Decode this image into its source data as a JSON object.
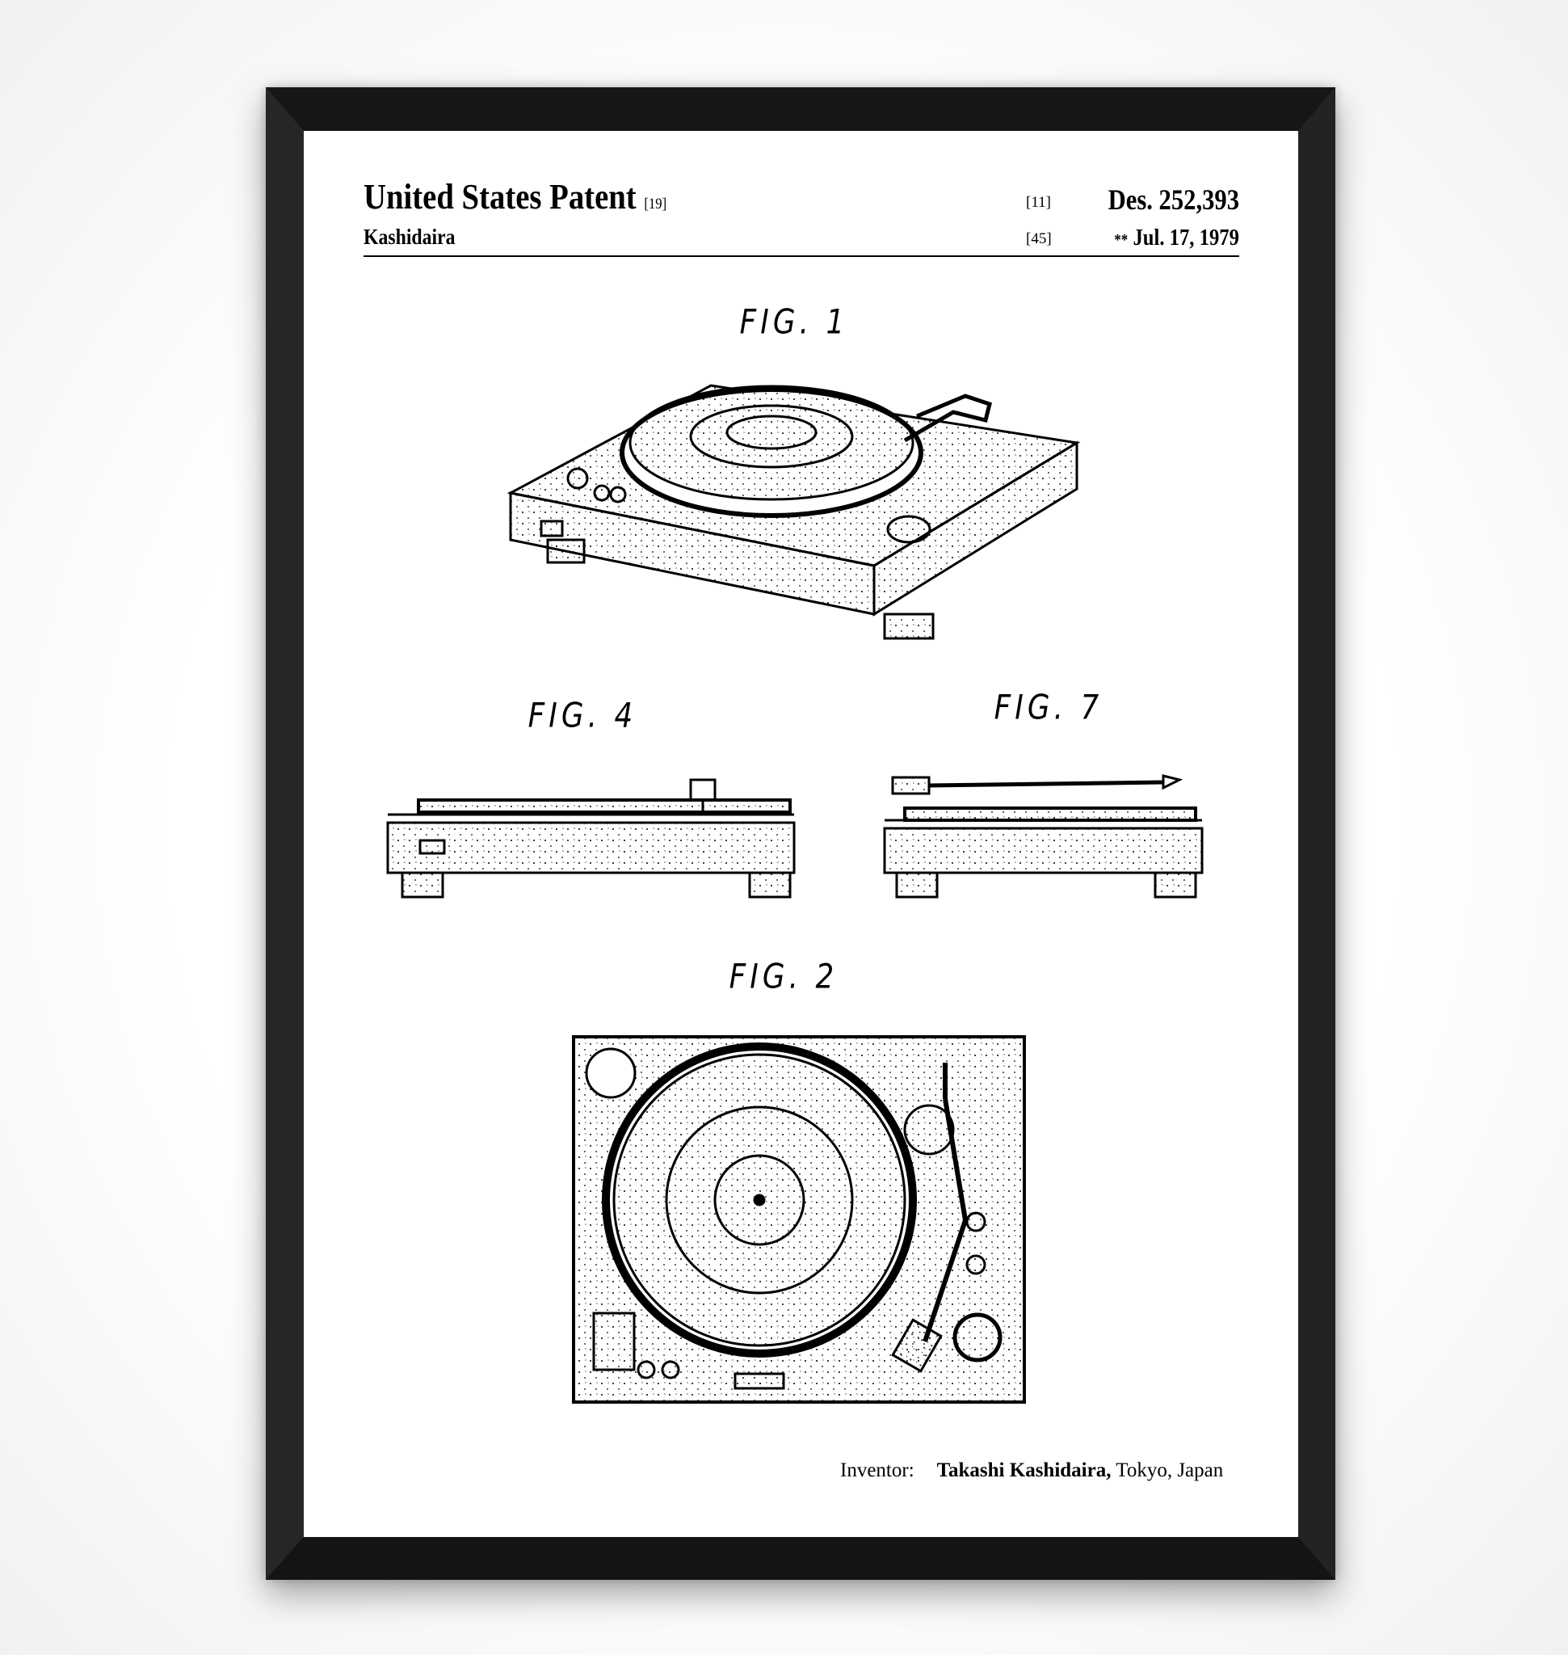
{
  "header": {
    "title": "United States Patent",
    "title_ref": "[19]",
    "inventor_surname": "Kashidaira",
    "patent_ref": "[11]",
    "patent_number": "Des. 252,393",
    "date_ref": "[45]",
    "date_marker": "**",
    "date": "Jul. 17, 1979"
  },
  "figures": {
    "fig1": "FIG. 1",
    "fig4": "FIG. 4",
    "fig7": "FIG. 7",
    "fig2": "FIG. 2"
  },
  "footer": {
    "inventor_label": "Inventor:",
    "inventor_name": "Takashi Kashidaira,",
    "inventor_location": "Tokyo, Japan"
  },
  "colors": {
    "frame": "#1b1b1b",
    "paper": "#ffffff",
    "ink": "#000000"
  }
}
